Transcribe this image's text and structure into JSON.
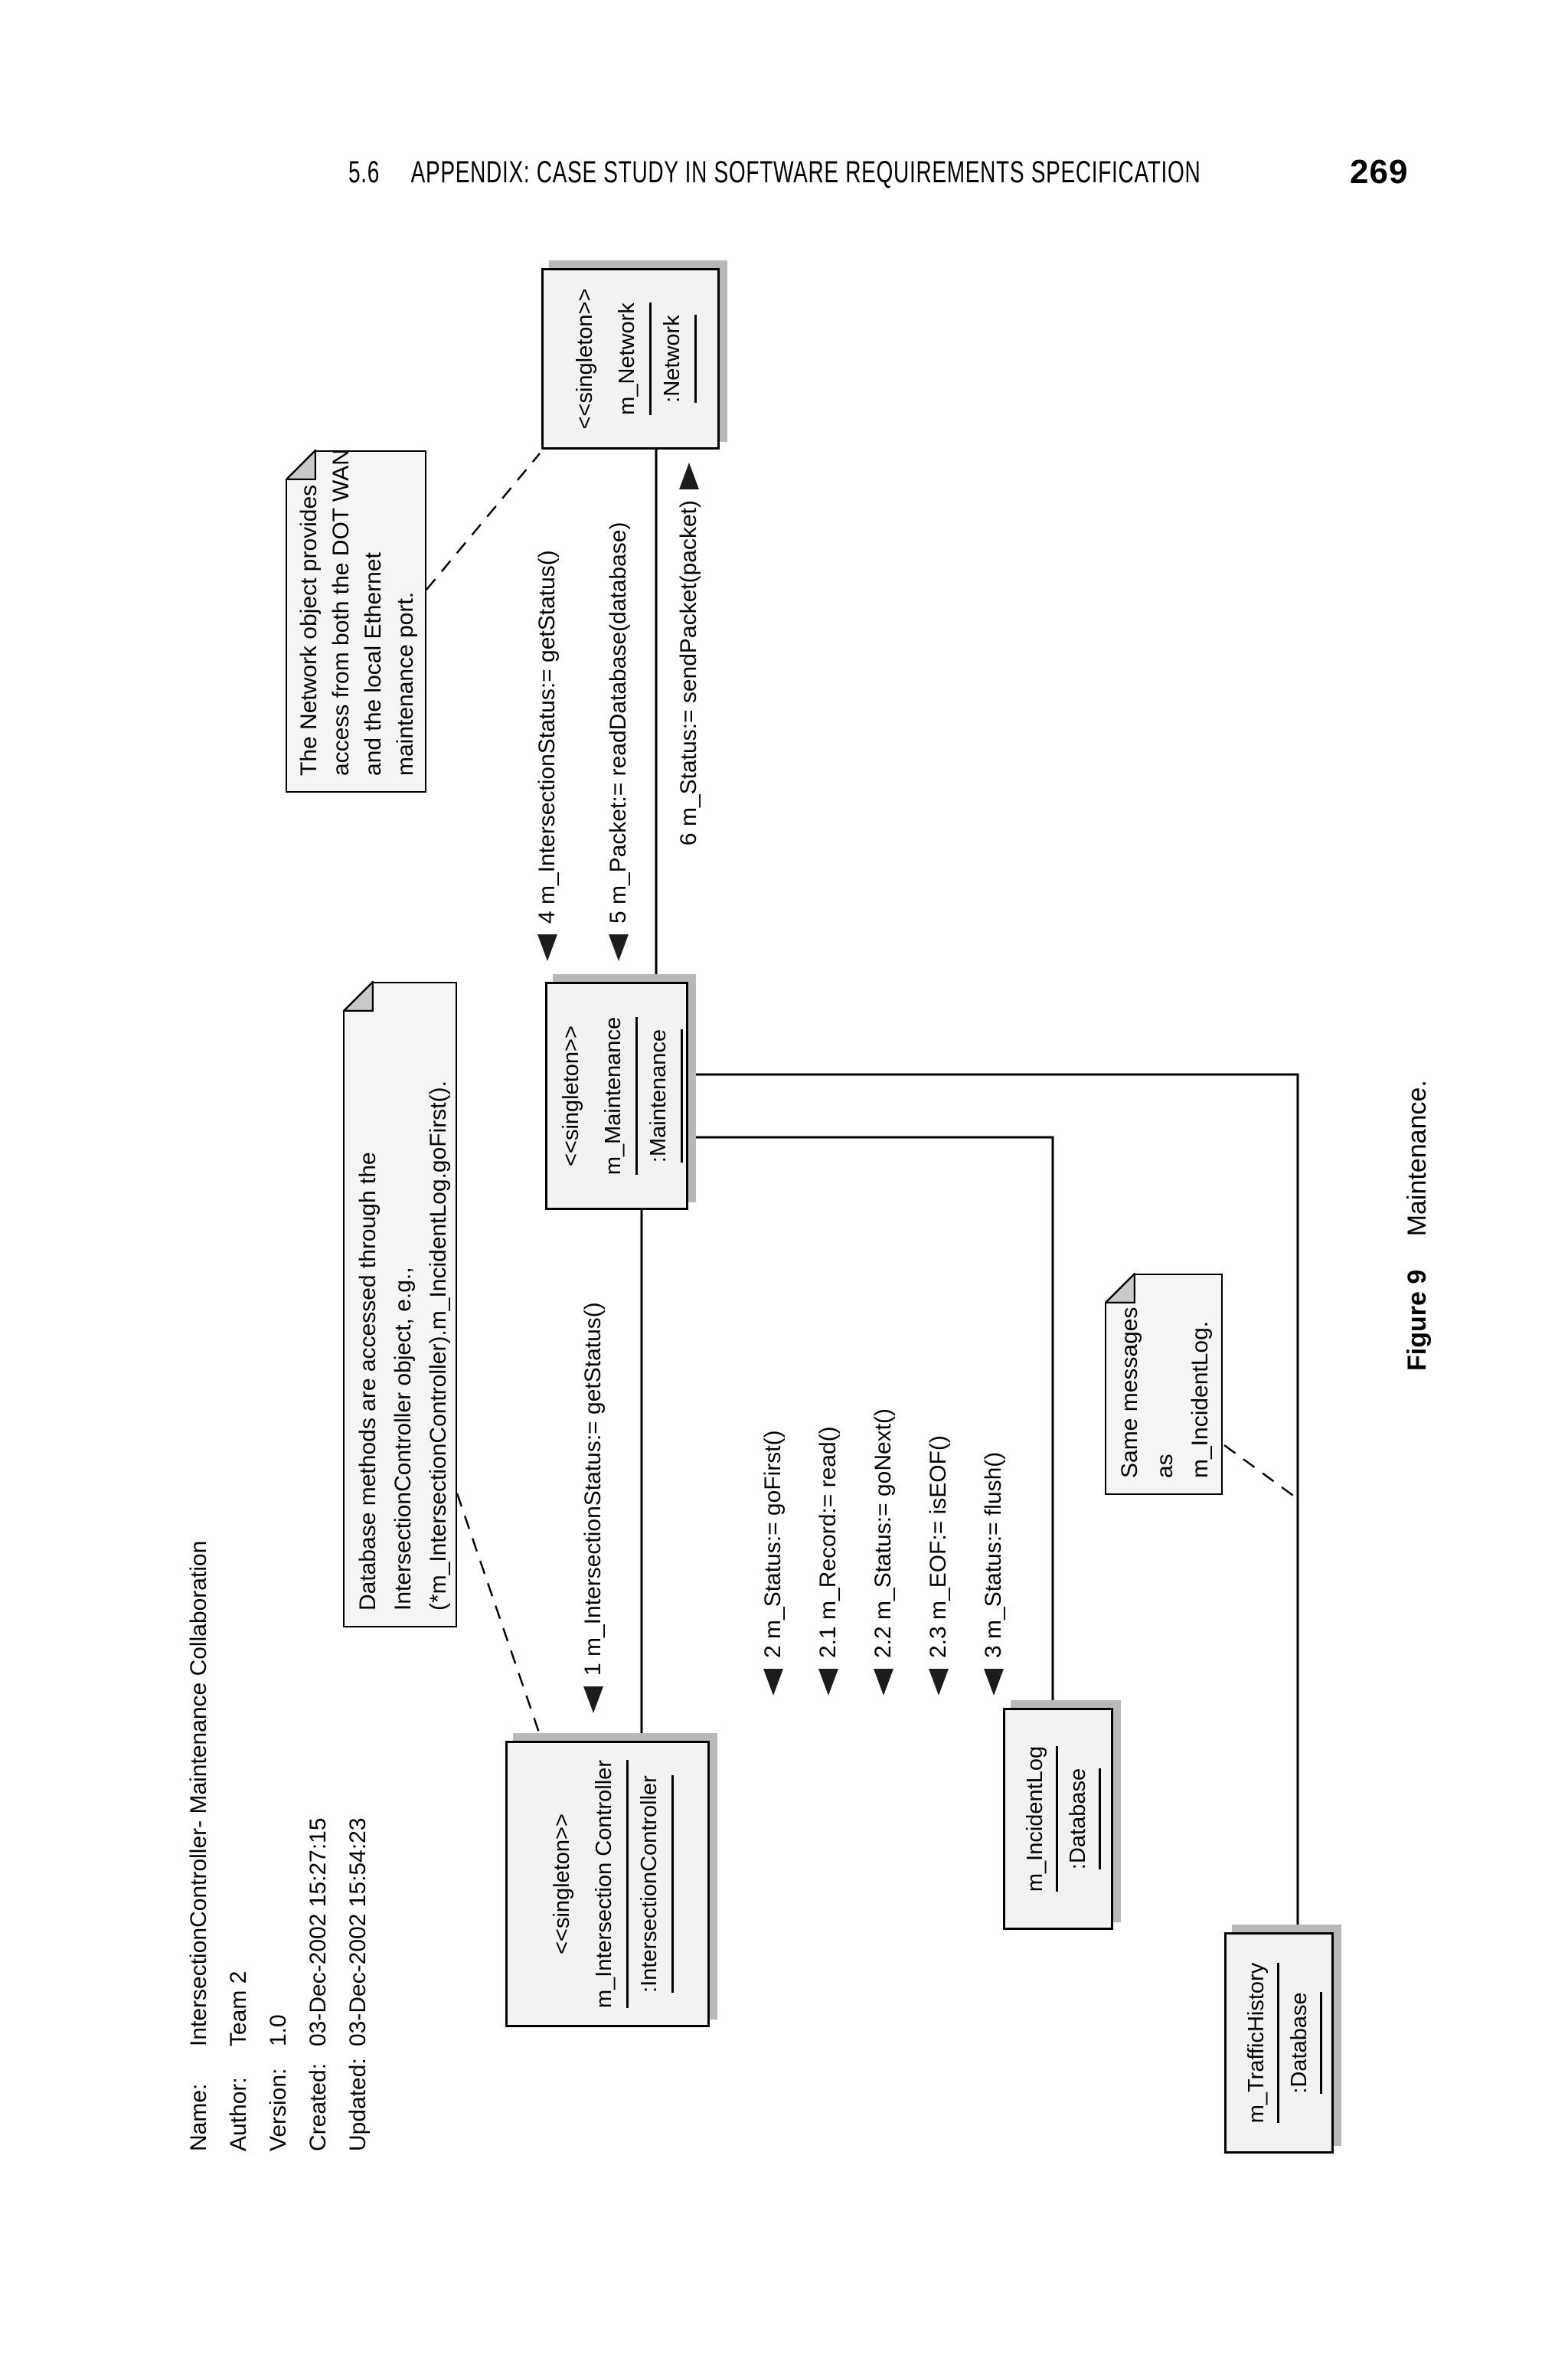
{
  "header": {
    "section": "5.6",
    "title": "APPENDIX: CASE STUDY IN SOFTWARE REQUIREMENTS SPECIFICATION",
    "page_number": "269"
  },
  "info": {
    "rows": [
      {
        "label": "Name:",
        "value": "IntersectionController- Maintenance Collaboration"
      },
      {
        "label": "Author:",
        "value": "Team 2"
      },
      {
        "label": "Version:",
        "value": "1.0"
      },
      {
        "label": "Created:",
        "value": "03-Dec-2002 15:27:15"
      },
      {
        "label": "Updated:",
        "value": "03-Dec-2002 15:54:23"
      }
    ]
  },
  "objects": {
    "network": {
      "stereotype": "<<singleton>>",
      "name": "m_Network",
      "type": ":Network"
    },
    "maintenance": {
      "stereotype": "<<singleton>>",
      "name": "m_Maintenance",
      "type": ":Maintenance"
    },
    "controller": {
      "stereotype": "<<singleton>>",
      "name": "m_Intersection Controller",
      "type": ":IntersectionController"
    },
    "incident_log": {
      "name": "m_IncidentLog",
      "type": ":Database"
    },
    "traffic_history": {
      "name": "m_TrafficHistory",
      "type": ":Database"
    }
  },
  "notes": {
    "network_note": [
      "The Network object provides",
      "access from both the DOT WAN",
      "and the local Ethernet",
      "maintenance port."
    ],
    "db_note": [
      "Database methods are accessed through the",
      "IntersectionController object, e.g.,",
      "(*m_IntersectionController).m_IncidentLog.goFirst()."
    ],
    "same_note": [
      "Same messages",
      "as",
      "m_IncidentLog."
    ]
  },
  "messages": {
    "m1": "1  m_IntersectionStatus:= getStatus()",
    "m2": "2  m_Status:= goFirst()",
    "m21": "2.1  m_Record:= read()",
    "m22": "2.2  m_Status:= goNext()",
    "m23": "2.3  m_EOF:= isEOF()",
    "m3": "3  m_Status:= flush()",
    "m4": "4  m_IntersectionStatus:= getStatus()",
    "m5": "5  m_Packet:= readDatabase(database)",
    "m6": "6  m_Status:= sendPacket(packet)"
  },
  "caption": {
    "label": "Figure 9",
    "text": "Maintenance."
  },
  "colors": {
    "box_fill": "#f2f2f0",
    "note_fill": "#f5f5f3",
    "shadow": "#b8b8b8",
    "line": "#000000",
    "fold": "#c9c9c9"
  }
}
